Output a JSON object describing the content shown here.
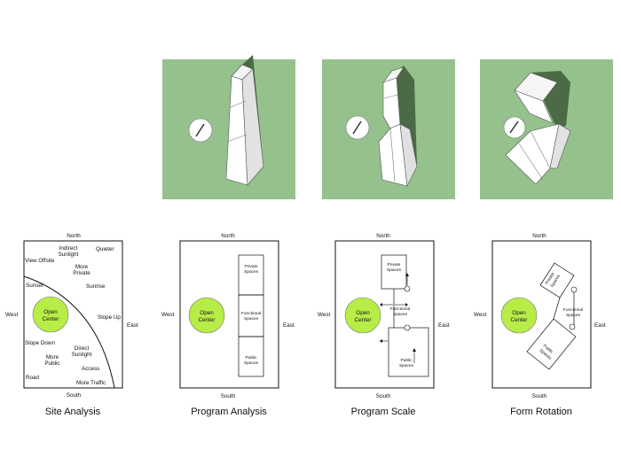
{
  "colors": {
    "green_panel": "#95c18d",
    "open_center": "#b8ec47",
    "shadow": "#4b6a45",
    "line": "#111111"
  },
  "common": {
    "north": "North",
    "south": "South",
    "west": "West",
    "east": "East",
    "open_center_line1": "Open",
    "open_center_line2": "Center"
  },
  "site": {
    "caption": "Site Analysis",
    "indirect_sunlight": [
      "Indirect",
      "Sunlight"
    ],
    "quieter": "Quieter",
    "view_offsite": "View Offsite",
    "more_private": [
      "More",
      "Private"
    ],
    "sunset": "Sunset",
    "sunrise": "Sunrise",
    "slope_up": "Slope Up",
    "slope_down": "Slope Down",
    "direct_sunlight": [
      "Direct",
      "Sunlight"
    ],
    "more_public": [
      "More",
      "Public"
    ],
    "access": "Access",
    "road": "Road",
    "more_traffic": "More Traffic"
  },
  "program": {
    "caption": "Program Analysis",
    "private_spaces": [
      "Private",
      "Spaces"
    ],
    "functional_spaces": [
      "Functional",
      "Spaces"
    ],
    "public_spaces": [
      "Public",
      "Spaces"
    ]
  },
  "scale": {
    "caption": "Program Scale",
    "private_spaces": [
      "Private",
      "Spaces"
    ],
    "functional_spaces": [
      "Functional",
      "Spaces"
    ],
    "public_spaces": [
      "Public",
      "Spaces"
    ]
  },
  "rotation": {
    "caption": "Form Rotation",
    "private_spaces": [
      "Private",
      "Spaces"
    ],
    "functional_spaces": [
      "Functional",
      "Spaces"
    ],
    "public_spaces": [
      "Public",
      "Spaces"
    ]
  }
}
